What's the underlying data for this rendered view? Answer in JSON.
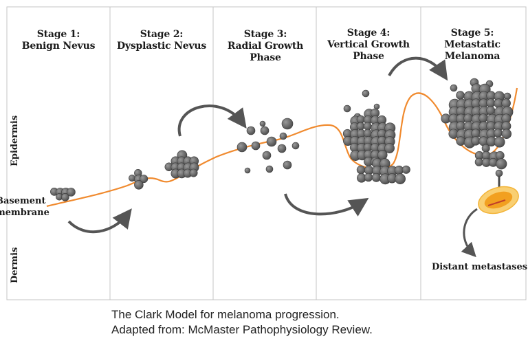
{
  "stages": [
    {
      "id": "1",
      "title": "Stage 1:\nBenign Nevus"
    },
    {
      "id": "2",
      "title": "Stage 2:\nDysplastic Nevus"
    },
    {
      "id": "3",
      "title": "Stage 3:\nRadial Growth\nPhase"
    },
    {
      "id": "4",
      "title": "Stage 4:\nVertical Growth\nPhase"
    },
    {
      "id": "5",
      "title": "Stage 5:\nMetastatic\nMelanoma"
    }
  ],
  "layers": {
    "epidermis": "Epidermis",
    "dermis": "Dermis",
    "basement_membrane": "Basement\nmembrane"
  },
  "annotations": {
    "distant_metastases": "Distant metastases"
  },
  "caption": {
    "line1": "The Clark Model for melanoma progression.",
    "line2": "Adapted from: McMaster Pathophysiology Review."
  },
  "colors": {
    "membrane": "#f08a2e",
    "cell_fill": "#6b6b6b",
    "cell_stroke": "#3a3a3a",
    "arrow": "#555555",
    "vessel": "#f6b233",
    "frame": "#bdbdbd"
  }
}
